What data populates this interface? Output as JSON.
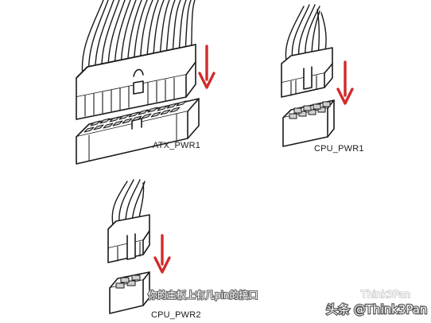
{
  "labels": {
    "atx": "ATX_PWR1",
    "cpu1": "CPU_PWR1",
    "cpu2": "CPU_PWR2"
  },
  "watermark": {
    "subtitle": "你的主板上有几pin的接口",
    "brand": "头条 @Think3Pan",
    "faint": "Think3Pan"
  },
  "colors": {
    "arrow": "#d12b2b",
    "line": "#1a1a1a",
    "connector_face": "#ffffff",
    "pin_fill": "#cfcfcf"
  },
  "icons": [
    "down-arrow-icon",
    "down-arrow-icon",
    "down-arrow-icon"
  ]
}
